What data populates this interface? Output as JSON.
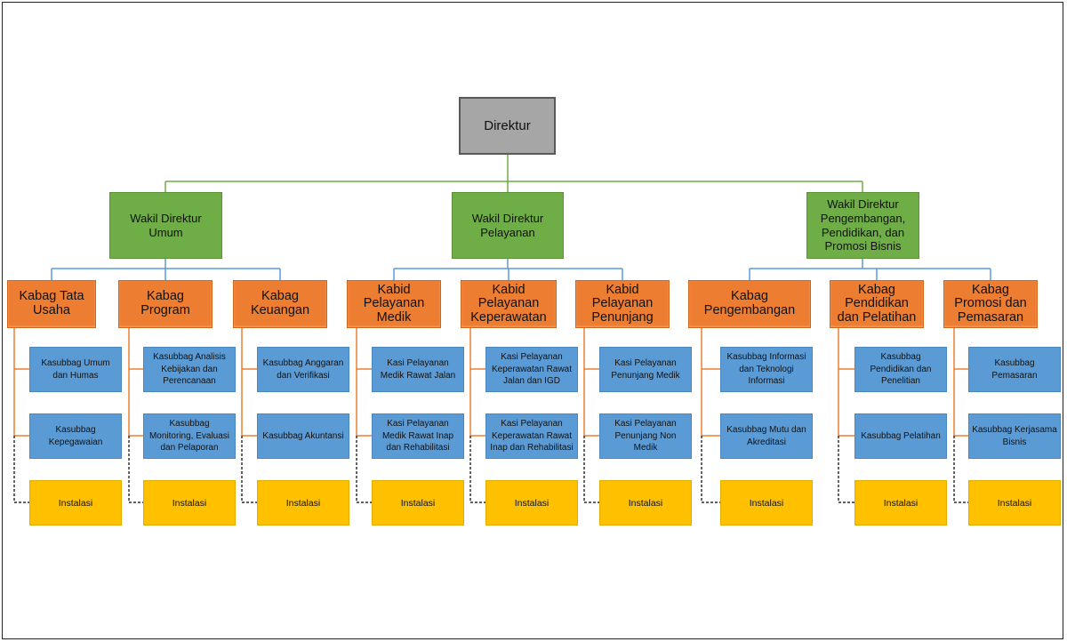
{
  "colors": {
    "direktur": "#a6a6a6",
    "wakil": "#6fad46",
    "kabag": "#ed7d31",
    "kasubbag": "#5b9bd5",
    "instalasi": "#ffc000",
    "line_green": "#6fad46",
    "line_blue": "#5b9bd5",
    "line_orange": "#ed7d31",
    "line_dashed": "#000000"
  },
  "root": {
    "label": "Direktur"
  },
  "wakil": [
    {
      "label": "Wakil Direktur Umum"
    },
    {
      "label": "Wakil Direktur Pelayanan"
    },
    {
      "label": "Wakil Direktur Pengembangan, Pendidikan, dan Promosi Bisnis"
    }
  ],
  "units": [
    {
      "label": "Kabag Tata Usaha",
      "subs": [
        "Kasubbag Umum dan Humas",
        "Kasubbag Kepegawaian"
      ],
      "instalasi": "Instalasi"
    },
    {
      "label": "Kabag Program",
      "subs": [
        "Kasubbag Analisis Kebijakan dan Perencanaan",
        "Kasubbag Monitoring, Evaluasi dan Pelaporan"
      ],
      "instalasi": "Instalasi"
    },
    {
      "label": "Kabag Keuangan",
      "subs": [
        "Kasubbag Anggaran dan Verifikasi",
        "Kasubbag Akuntansi"
      ],
      "instalasi": "Instalasi"
    },
    {
      "label": "Kabid Pelayanan Medik",
      "subs": [
        "Kasi Pelayanan Medik Rawat Jalan",
        "Kasi Pelayanan Medik Rawat Inap dan Rehabilitasi"
      ],
      "instalasi": "Instalasi"
    },
    {
      "label": "Kabid Pelayanan Keperawatan",
      "subs": [
        "Kasi Pelayanan Keperawatan Rawat Jalan dan IGD",
        "Kasi Pelayanan Keperawatan Rawat Inap dan Rehabilitasi"
      ],
      "instalasi": "Instalasi"
    },
    {
      "label": "Kabid Pelayanan Penunjang",
      "subs": [
        "Kasi Pelayanan Penunjang Medik",
        "Kasi Pelayanan Penunjang Non Medik"
      ],
      "instalasi": "Instalasi"
    },
    {
      "label": "Kabag Pengembangan",
      "subs": [
        "Kasubbag Informasi dan Teknologi Informasi",
        "Kasubbag Mutu dan Akreditasi"
      ],
      "instalasi": "Instalasi"
    },
    {
      "label": "Kabag Pendidikan dan Pelatihan",
      "subs": [
        "Kasubbag Pendidikan dan Penelitian",
        "Kasubbag Pelatihan"
      ],
      "instalasi": "Instalasi"
    },
    {
      "label": "Kabag Promosi dan Pemasaran",
      "subs": [
        "Kasubbag Pemasaran",
        "Kasubbag Kerjasama Bisnis"
      ],
      "instalasi": "Instalasi"
    }
  ]
}
